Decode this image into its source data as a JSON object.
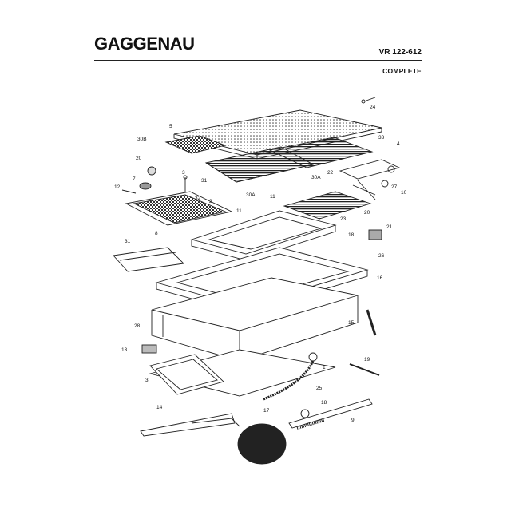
{
  "header": {
    "brand": "GAGGENAU",
    "model": "VR 122-612",
    "subtitle": "COMPLETE"
  },
  "callouts": [
    {
      "id": "c24",
      "label": "24"
    },
    {
      "id": "c5",
      "label": "5"
    },
    {
      "id": "c30b",
      "label": "30B"
    },
    {
      "id": "c33",
      "label": "33"
    },
    {
      "id": "c4",
      "label": "4"
    },
    {
      "id": "c20",
      "label": "20"
    },
    {
      "id": "c7",
      "label": "7"
    },
    {
      "id": "c12",
      "label": "12"
    },
    {
      "id": "c31a",
      "label": "31"
    },
    {
      "id": "c3",
      "label": "3"
    },
    {
      "id": "c22",
      "label": "22"
    },
    {
      "id": "c30a",
      "label": "30A"
    },
    {
      "id": "c27",
      "label": "27"
    },
    {
      "id": "c10",
      "label": "10"
    },
    {
      "id": "c32",
      "label": "32"
    },
    {
      "id": "c2",
      "label": "2"
    },
    {
      "id": "c11a",
      "label": "11"
    },
    {
      "id": "c11b",
      "label": "11"
    },
    {
      "id": "c30c",
      "label": "30A"
    },
    {
      "id": "c20b",
      "label": "20"
    },
    {
      "id": "c23",
      "label": "23"
    },
    {
      "id": "c21",
      "label": "21"
    },
    {
      "id": "c18",
      "label": "18"
    },
    {
      "id": "c8",
      "label": "8"
    },
    {
      "id": "c31b",
      "label": "31"
    },
    {
      "id": "c26",
      "label": "26"
    },
    {
      "id": "c16",
      "label": "16"
    },
    {
      "id": "c15",
      "label": "15"
    },
    {
      "id": "c28",
      "label": "28"
    },
    {
      "id": "c13",
      "label": "13"
    },
    {
      "id": "c1",
      "label": "1"
    },
    {
      "id": "c19",
      "label": "19"
    },
    {
      "id": "c3b",
      "label": "3"
    },
    {
      "id": "c25",
      "label": "25"
    },
    {
      "id": "c18b",
      "label": "18"
    },
    {
      "id": "c9",
      "label": "9"
    },
    {
      "id": "c14",
      "label": "14"
    },
    {
      "id": "c17",
      "label": "17"
    }
  ]
}
